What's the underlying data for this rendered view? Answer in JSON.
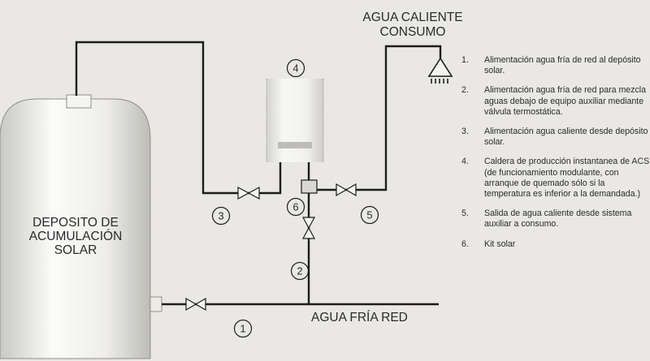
{
  "labels": {
    "agua_caliente_line1": "AGUA CALIENTE",
    "agua_caliente_line2": "CONSUMO",
    "deposito_line1": "DEPOSITO DE",
    "deposito_line2": "ACUMULACIÓN",
    "deposito_line3": "SOLAR",
    "agua_fria_red": "AGUA FRÍA RED"
  },
  "markers": {
    "m1": "1",
    "m2": "2",
    "m3": "3",
    "m4": "4",
    "m5": "5",
    "m6": "6"
  },
  "legend": [
    {
      "num": "1.",
      "text": "Alimentación agua fría de red al depósito solar."
    },
    {
      "num": "2.",
      "text": "Alimentación agua fría de red para mezcla aguas debajo de equipo auxiliar mediante válvula termostática."
    },
    {
      "num": "3.",
      "text": "Alimentación agua caliente desde depósito solar."
    },
    {
      "num": "4.",
      "text": "Caldera de producción instantanea de ACS (de funcionamiento modulante, con arranque de quemado sólo si la temperatura es inferior a la demandada.)"
    },
    {
      "num": "5.",
      "text": "Salida de agua caliente desde sistema auxiliar a consumo."
    },
    {
      "num": "6.",
      "text": "Kit solar"
    }
  ]
}
